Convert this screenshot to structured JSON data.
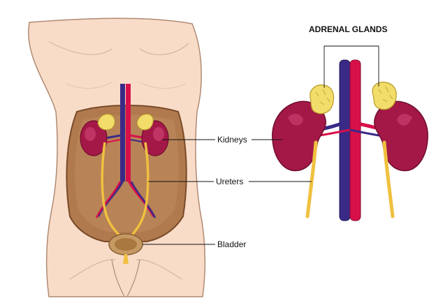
{
  "labels": {
    "kidneys": "Kidneys",
    "ureters": "Ureters",
    "bladder": "Bladder",
    "adrenal_glands": "ADRENAL GLANDS"
  },
  "colors": {
    "skin": "#f8dcc8",
    "skin_outline": "#b08a74",
    "cavity": "#b07a4e",
    "cavity_dark": "#8e5c35",
    "kidney": "#a41848",
    "kidney_light": "#d4487a",
    "adrenal": "#f2dc6a",
    "adrenal_outline": "#b89a28",
    "ureter": "#f0c040",
    "vein": "#3a2a88",
    "artery": "#d8104a"
  }
}
